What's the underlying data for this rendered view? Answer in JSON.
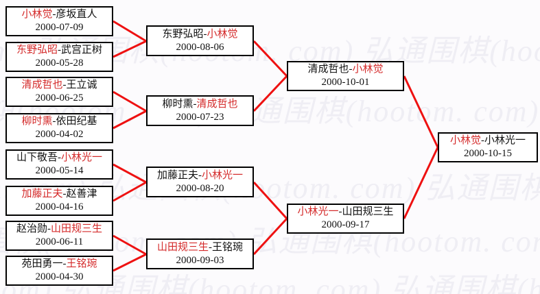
{
  "separator": "-",
  "watermark": {
    "text": "弘通围棋(hootom. com) 弘通围棋(hootom. com) 弘通围棋(hootom. com)",
    "color": "#efeef4"
  },
  "colors": {
    "winner_red": "#d42a2a",
    "text_black": "#111111",
    "connector_red": "#ee1111",
    "box_border": "#000000",
    "box_background": "#ffffff"
  },
  "bracket": {
    "round1": [
      {
        "p1": "小林觉",
        "p1_class": "red",
        "p2": "彦坂直人",
        "p2_class": "black",
        "date": "2000-07-09"
      },
      {
        "p1": "东野弘昭",
        "p1_class": "red",
        "p2": "武宫正树",
        "p2_class": "black",
        "date": "2000-05-28"
      },
      {
        "p1": "清成哲也",
        "p1_class": "red",
        "p2": "王立诚",
        "p2_class": "black",
        "date": "2000-06-25"
      },
      {
        "p1": "柳时熏",
        "p1_class": "red",
        "p2": "依田纪基",
        "p2_class": "black",
        "date": "2000-04-02"
      },
      {
        "p1": "山下敬吾",
        "p1_class": "black",
        "p2": "小林光一",
        "p2_class": "red",
        "date": "2000-05-14"
      },
      {
        "p1": "加藤正夫",
        "p1_class": "red",
        "p2": "赵善津",
        "p2_class": "black",
        "date": "2000-04-16"
      },
      {
        "p1": "赵治勋",
        "p1_class": "black",
        "p2": "山田规三生",
        "p2_class": "red",
        "date": "2000-06-11"
      },
      {
        "p1": "苑田勇一",
        "p1_class": "black",
        "p2": "王铭琬",
        "p2_class": "red",
        "date": "2000-04-30"
      }
    ],
    "round2": [
      {
        "p1": "东野弘昭",
        "p1_class": "black",
        "p2": "小林觉",
        "p2_class": "red",
        "date": "2000-08-06"
      },
      {
        "p1": "柳时熏",
        "p1_class": "black",
        "p2": "清成哲也",
        "p2_class": "red",
        "date": "2000-07-23"
      },
      {
        "p1": "加藤正夫",
        "p1_class": "black",
        "p2": "小林光一",
        "p2_class": "red",
        "date": "2000-08-20"
      },
      {
        "p1": "山田规三生",
        "p1_class": "red",
        "p2": "王铭琬",
        "p2_class": "black",
        "date": "2000-09-03"
      }
    ],
    "semifinals": [
      {
        "p1": "清成哲也",
        "p1_class": "black",
        "p2": "小林觉",
        "p2_class": "red",
        "date": "2000-10-01"
      },
      {
        "p1": "小林光一",
        "p1_class": "red",
        "p2": "山田规三生",
        "p2_class": "black",
        "date": "2000-09-17"
      }
    ],
    "final": [
      {
        "p1": "小林觉",
        "p1_class": "red",
        "p2": "小林光一",
        "p2_class": "black",
        "date": "2000-10-15"
      }
    ]
  }
}
